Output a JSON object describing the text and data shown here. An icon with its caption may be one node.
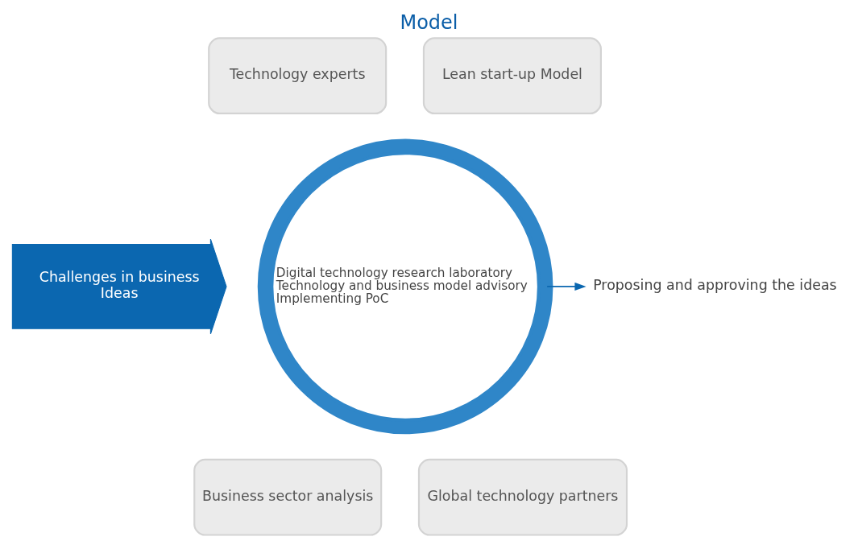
{
  "diagram": {
    "title": "Model",
    "nodes": [
      {
        "text": [
          "Challenges in business",
          "Ideas"
        ]
      },
      {
        "text": [
          "Technology experts"
        ]
      },
      {
        "text": [
          "Lean start-up Model"
        ]
      },
      {
        "text": [
          "Digital technology research laboratory",
          "Technology and business model advisory",
          "Implementing PoC"
        ]
      },
      {
        "text": [
          "Business sector analysis"
        ]
      },
      {
        "text": [
          "Global technology partners"
        ]
      },
      {
        "text": [
          "Proposing and approving the ideas"
        ]
      }
    ],
    "edges": [
      {
        "from": 3,
        "to": 6,
        "arrow": "to"
      }
    ]
  }
}
